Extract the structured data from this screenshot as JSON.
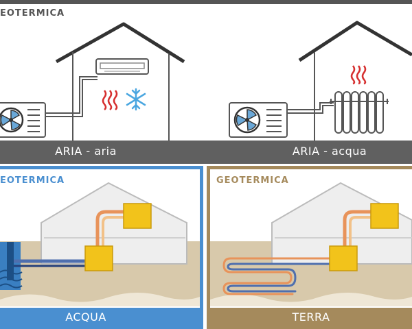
{
  "colors": {
    "aria_title": "#555555",
    "acqua_accent": "#4a8fd0",
    "terra_accent": "#a58a5c",
    "ground": "#606060",
    "soil": "#d8c9ab",
    "yellow_unit": "#f2c31b",
    "pipe_warm": "#e8935a",
    "pipe_cold": "#4f6fae",
    "heat_red": "#d62f2f",
    "snow_blue": "#4aa6e0"
  },
  "top_section": {
    "title": "EOTERMICA",
    "left_caption": "ARIA - aria",
    "right_caption": "ARIA - acqua"
  },
  "bottom_left": {
    "title": "EOTERMICA",
    "caption": "ACQUA"
  },
  "bottom_right": {
    "title": "GEOTERMICA",
    "caption": "TERRA"
  },
  "icons": [
    "house-icon",
    "fan-unit-icon",
    "split-ac-icon",
    "heat-waves-icon",
    "snowflake-icon",
    "radiator-icon",
    "well-icon",
    "ground-coil-icon"
  ]
}
